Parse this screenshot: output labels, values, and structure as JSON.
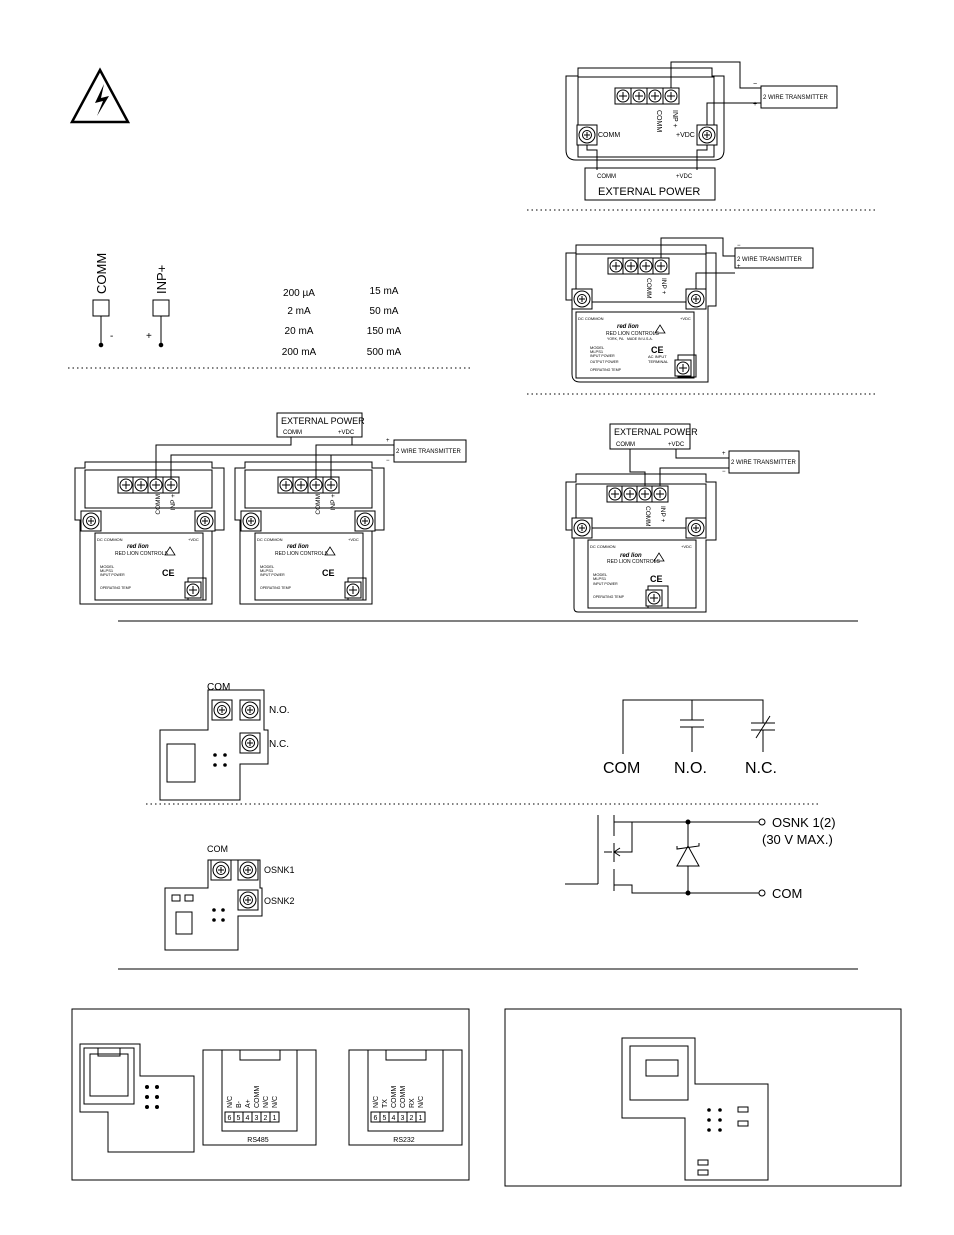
{
  "wiring_2wire": {
    "transmitter_label": "2 WIRE TRANSMITTER",
    "external_power_label": "EXTERNAL POWER",
    "comm_label": "COMM",
    "vdc_label": "+VDC",
    "terminal_comm": "COMM",
    "terminal_inp": "INP +",
    "plus": "+",
    "minus": "−"
  },
  "input_terminals": {
    "comm_label": "COMM",
    "inp_label": "INP+",
    "minus": "-",
    "plus": "+"
  },
  "ranges": {
    "col1": [
      "200 µA",
      "2 mA",
      "20 mA",
      "200 mA"
    ],
    "col2": [
      "15 mA",
      "50 mA",
      "150 mA",
      "500 mA"
    ]
  },
  "module_label": {
    "brand": "red lion",
    "company": "RED LION CONTROLS",
    "location": "YORK, PA.",
    "made_in": "MADE IN U.S.A.",
    "model_label": "MODEL",
    "model": "MLPS1",
    "input_power": "INPUT POWER",
    "output_power": "OUTPUT POWER",
    "operating_temp": "OPERATING TEMP",
    "dc_common": "DC COMMON",
    "vdc": "+VDC",
    "ac_input": "AC INPUT",
    "terminal": "TERMINAL",
    "ce": "CE"
  },
  "relay": {
    "com": "COM",
    "no": "N.O.",
    "nc": "N.C.",
    "schem_com": "COM",
    "schem_no": "N.O.",
    "schem_nc": "N.C."
  },
  "sink": {
    "com": "COM",
    "osnk1": "OSNK1",
    "osnk2": "OSNK2",
    "schem_osnk": "OSNK 1(2)",
    "schem_max": "(30 V MAX.)",
    "schem_com": "COM"
  },
  "rs485": {
    "title": "RS485",
    "pins": [
      "N/C",
      "B-",
      "A+",
      "COMM",
      "N/C",
      "N/C"
    ],
    "numbers": [
      "6",
      "5",
      "4",
      "3",
      "2",
      "1"
    ]
  },
  "rs232": {
    "title": "RS232",
    "pins": [
      "N/C",
      "TX",
      "COMM",
      "COMM",
      "RX",
      "N/C"
    ],
    "numbers": [
      "6",
      "5",
      "4",
      "3",
      "2",
      "1"
    ]
  }
}
